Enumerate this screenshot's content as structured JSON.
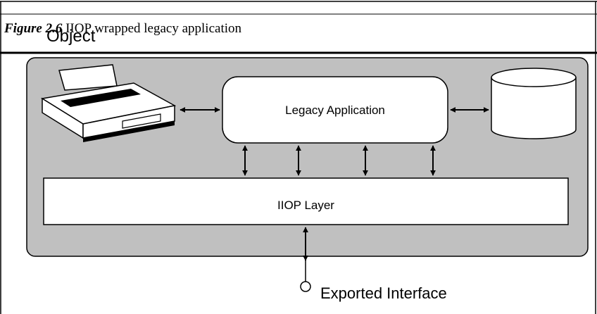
{
  "figure": {
    "caption_number": "Figure 2.6",
    "caption_text": " IIOP wrapped legacy application"
  },
  "diagram": {
    "object_label": "Object",
    "legacy_application_label": "Legacy Application",
    "iiop_layer_label": "IIOP Layer",
    "exported_interface_label": "Exported Interface",
    "container_color": "#c0c0c0",
    "box_color": "#ffffff",
    "line_color": "#000000"
  }
}
